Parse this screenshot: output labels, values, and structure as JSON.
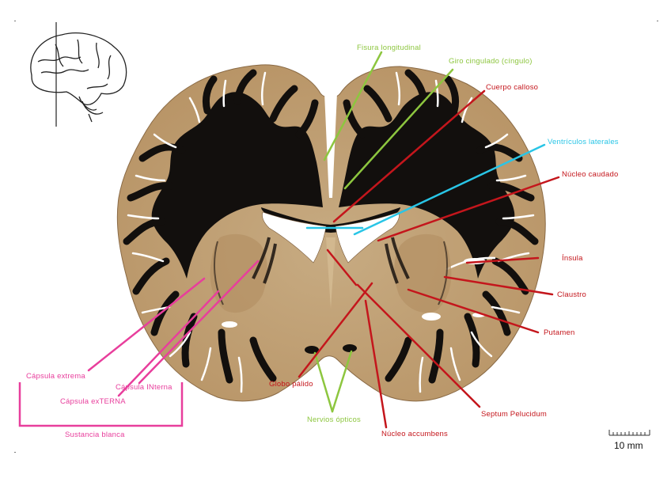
{
  "colors": {
    "green": "#8dc63f",
    "red": "#c4161c",
    "cyan": "#29c5e6",
    "magenta": "#e83e9c",
    "white_matter": "#0e0c0b",
    "gray_matter": "#c9a678"
  },
  "labels": {
    "fisura": "Fisura longitudinal",
    "giro": "Giro cingulado (cíngulo)",
    "cuerpo": "Cuerpo calloso",
    "ventriculos": "Ventrículos laterales",
    "caudado": "Núcleo caudado",
    "insula": "Ínsula",
    "claustro": "Claustro",
    "putamen": "Putamen",
    "septum": "Septum Pelucidum",
    "accumbens": "Núcleo accumbens",
    "nervios": "Nervios ópticos",
    "globo": "Globo pálido",
    "extrema": "Cápsula extrema",
    "externa": "Cápsula exTERNA",
    "interna": "Cápsula INterna",
    "sustancia": "Sustancia blanca"
  },
  "scale_bar": {
    "label": "10 mm"
  },
  "icons": {
    "brain_outline": "brain-outline-icon"
  }
}
